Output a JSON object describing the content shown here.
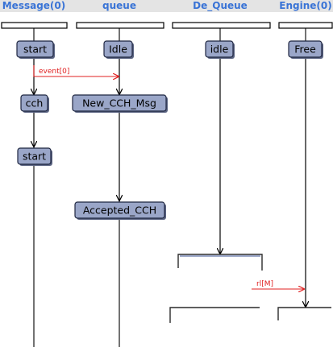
{
  "lanes": [
    {
      "title": "Message(0)"
    },
    {
      "title": "queue"
    },
    {
      "title": "De_Queue"
    },
    {
      "title": "Engine(0)"
    }
  ],
  "states": {
    "message_start": "start",
    "message_cch": "cch",
    "message_start_2": "start",
    "queue_idle": "Idle",
    "queue_new_cch_msg": "New_CCH_Msg",
    "queue_accepted_cch": "Accepted_CCH",
    "dequeue_idle": "idle",
    "engine_free": "Free"
  },
  "events": {
    "message_to_queue": "event[0]",
    "dequeue_to_engine": "rl[M]"
  },
  "colors": {
    "lane_title": "#3a74d6",
    "state_fill": "#9aa6c8",
    "event": "#e02020"
  }
}
